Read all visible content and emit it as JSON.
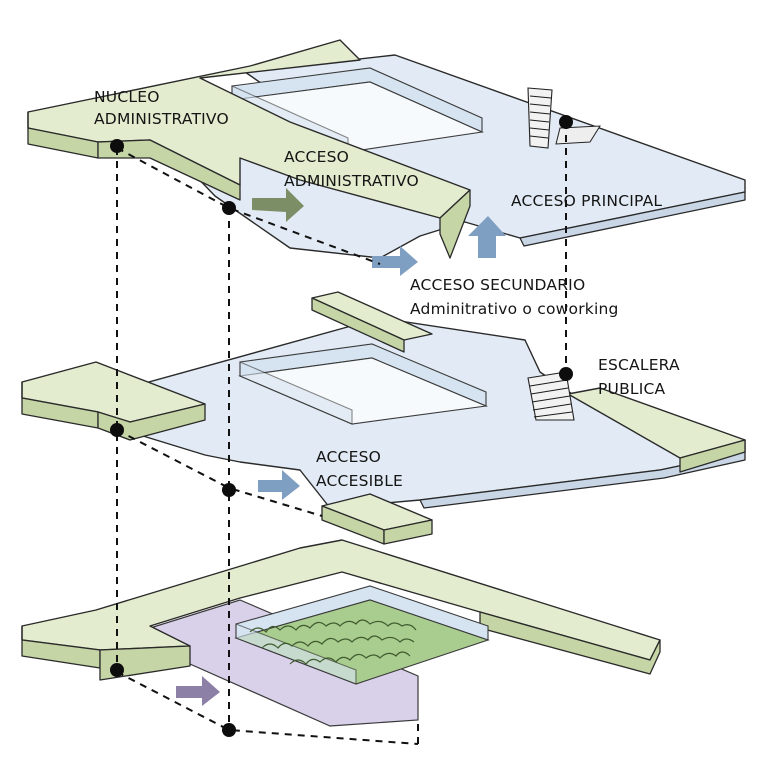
{
  "labels": {
    "nucleo_1": "NUCLEO",
    "nucleo_2": "ADMINISTRATIVO",
    "acceso_admin_1": "ACCESO",
    "acceso_admin_2": "ADMINISTRATIVO",
    "acceso_principal": "ACCESO PRINCIPAL",
    "acceso_secundario_1": "ACCESO SECUNDARIO",
    "acceso_secundario_2": "Adminitrativo o coworking",
    "escalera_1": "ESCALERA",
    "escalera_2": "PUBLICA",
    "acceso_accesible_1": "ACCESO",
    "acceso_accesible_2": "ACCESIBLE"
  },
  "colors": {
    "green_top": "#e3ecce",
    "green_side": "#c5d5a6",
    "slab": "#e2ebf5",
    "lavender": "#d9d1ea",
    "garden": "#a9cc8f",
    "arrow_green": "#7b8e66",
    "arrow_blue": "#7f9fc2",
    "arrow_purple": "#8d80a6"
  }
}
